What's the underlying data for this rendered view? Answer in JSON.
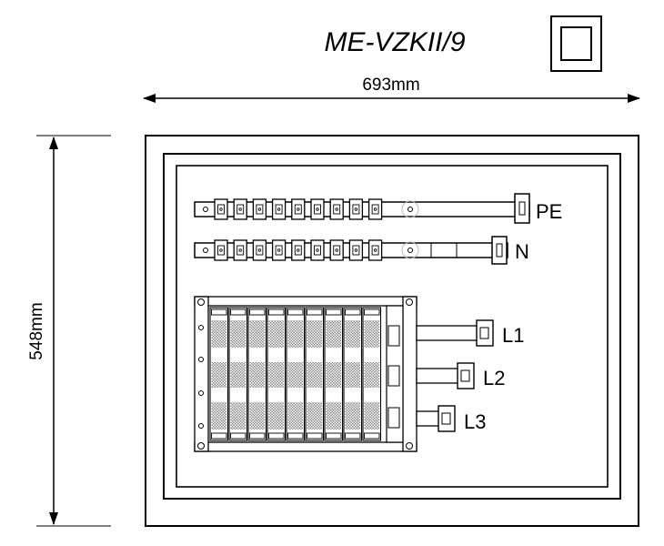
{
  "title": "ME-VZKII/9",
  "dimensions": {
    "width_label": "693mm",
    "height_label": "548mm"
  },
  "busbars": [
    {
      "label": "PE"
    },
    {
      "label": "N"
    }
  ],
  "phases": [
    {
      "label": "L1"
    },
    {
      "label": "L2"
    },
    {
      "label": "L3"
    }
  ],
  "terminal_count": 9,
  "breaker_modules": 9,
  "icons": {
    "class": "double-square-class-ii-icon"
  }
}
